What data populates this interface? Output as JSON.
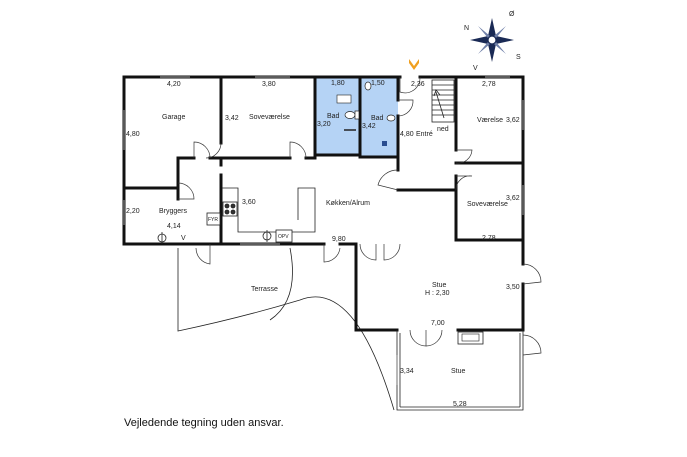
{
  "compass": {
    "n": "N",
    "s": "S",
    "v": "V",
    "o": "Ø"
  },
  "disclaimer": "Vejledende tegning uden ansvar.",
  "rooms": {
    "garage": "Garage",
    "sovevaerelse1": "Soveværelse",
    "bad1": "Bad",
    "bad2": "Bad",
    "entre": "Entré",
    "ned": "ned",
    "vaerelse": "Værelse",
    "sovevaerelse2": "Soveværelse",
    "bryggers": "Bryggers",
    "fyr": "FYR",
    "opv": "OPV",
    "v": "V",
    "kokken": "Køkken/Alrum",
    "terrasse": "Terrasse",
    "stue1": "Stue",
    "stue1_height": "H : 2,30",
    "stue2": "Stue"
  },
  "dimensions": {
    "garage_w": "4,20",
    "garage_h": "4,80",
    "sove1_w": "3,80",
    "sove1_h": "3,42",
    "bad1_w": "1,80",
    "bad1_h": "3,20",
    "bad2_w": "1,50",
    "bad2_h": "3,42",
    "entre_w": "2,36",
    "entre_h": "4,80",
    "vaer_w": "2,78",
    "vaer_h": "3,62",
    "sove2_h": "3,62",
    "sove2_w": "2,78",
    "bryg_h": "2,20",
    "bryg_w": "4,14",
    "kok_small": "3,60",
    "kok_w": "9,80",
    "stue1_h": "3,50",
    "stue1_w": "7,00",
    "stue2_h": "3,34",
    "stue2_w": "5,28"
  },
  "colors": {
    "bath": "#b5d3f5",
    "entry_marker": "#f0a020",
    "walls": "#111111"
  }
}
